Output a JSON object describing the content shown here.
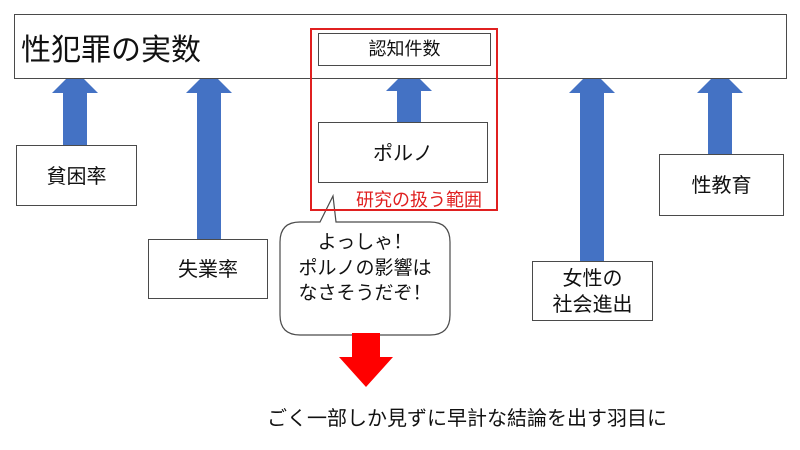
{
  "title": "性犯罪の実数",
  "recognized_cases": "認知件数",
  "porn": "ポルノ",
  "research_scope_label": "研究の扱う範囲",
  "factors": {
    "poverty": "貧困率",
    "unemployment": "失業率",
    "women_in_society": "女性の\n社会進出",
    "sex_education": "性教育"
  },
  "speech_bubble": "よっしゃ！\nポルノの影響は\nなさそうだぞ！",
  "conclusion": "ごく一部しか見ずに早計な結論を出す羽目に",
  "colors": {
    "arrow_blue": "#4472c4",
    "arrow_red": "#ff0000",
    "scope_red": "#e02020"
  }
}
